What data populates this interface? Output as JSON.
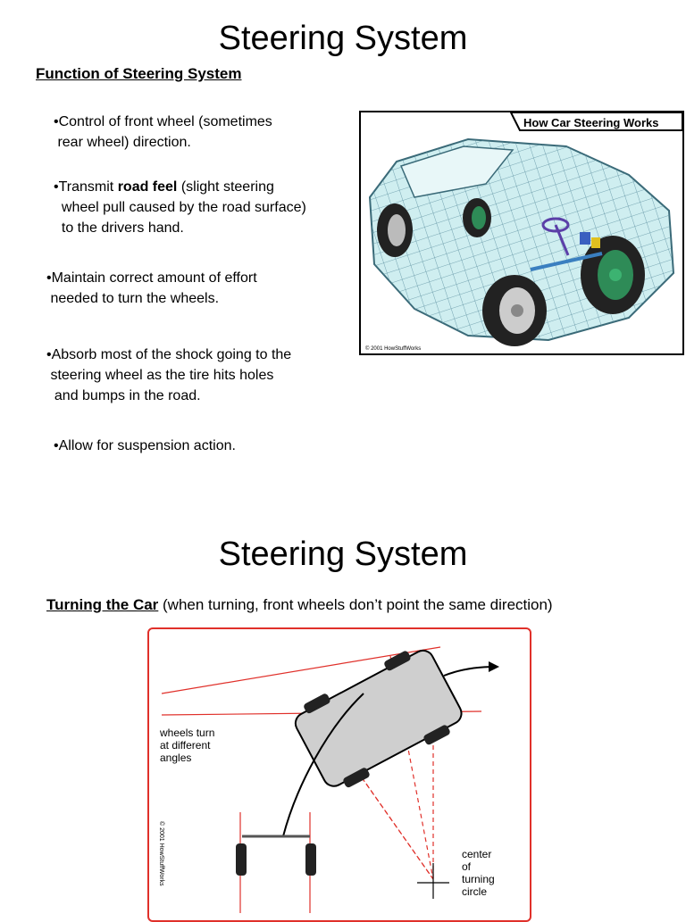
{
  "slide1": {
    "title": "Steering System",
    "subtitle": "Function of Steering System",
    "bullets": [
      {
        "line1": "•Control of front wheel (sometimes",
        "line2": " rear wheel) direction."
      },
      {
        "pre": "•Transmit ",
        "bold": "road feel",
        "post": " (slight steering",
        "line2": "  wheel pull caused by the road surface)",
        "line3": "  to the drivers hand."
      },
      {
        "line1": "•Maintain correct amount of effort",
        "line2": " needed to turn the wheels."
      },
      {
        "line1": "•Absorb most of the shock going to the",
        "line2": " steering wheel as the tire hits holes",
        "line3": "  and bumps in the road."
      },
      {
        "line1": "•Allow for suspension action."
      }
    ],
    "image": {
      "banner": "How Car Steering Works",
      "copyright": "© 2001 HowStuffWorks"
    }
  },
  "slide2": {
    "title": "Steering System",
    "turning_label": "Turning the Car",
    "turning_note": " (when turning, front wheels don’t point the same direction)",
    "diagram": {
      "label_wheels": [
        "wheels turn",
        "at different",
        "angles"
      ],
      "label_center": [
        "center",
        "of",
        "turning",
        "circle"
      ],
      "copyright": "© 2001 HowStuffWorks"
    }
  }
}
